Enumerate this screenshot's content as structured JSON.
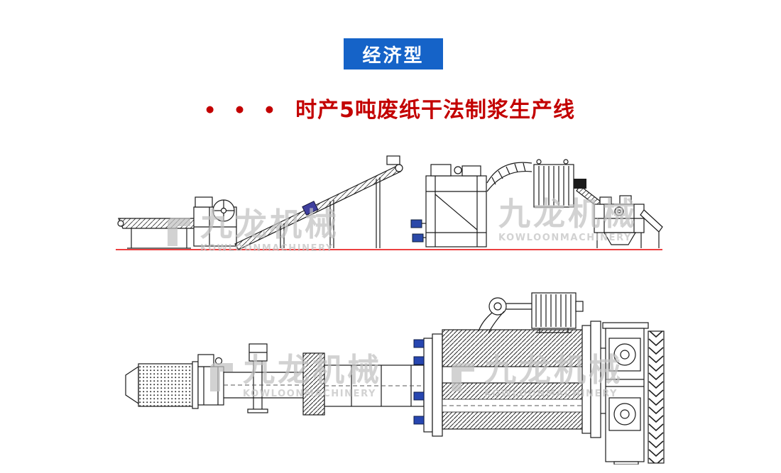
{
  "badge": {
    "label": "经济型"
  },
  "title": {
    "bullets": "● ● ●",
    "text": "时产5吨废纸干法制浆生产线"
  },
  "watermark": {
    "cn": "九龙机械",
    "en": "KOWLOONMACHINERY"
  },
  "colors": {
    "badge_bg": "#1563c8",
    "title_red": "#c30000",
    "baseline_red": "#e60000",
    "accent_blue": "#2b49a8",
    "accent_purple": "#3f3f9e",
    "watermark_gray": "#c2c2c2",
    "line_black": "#1a1a1a"
  }
}
